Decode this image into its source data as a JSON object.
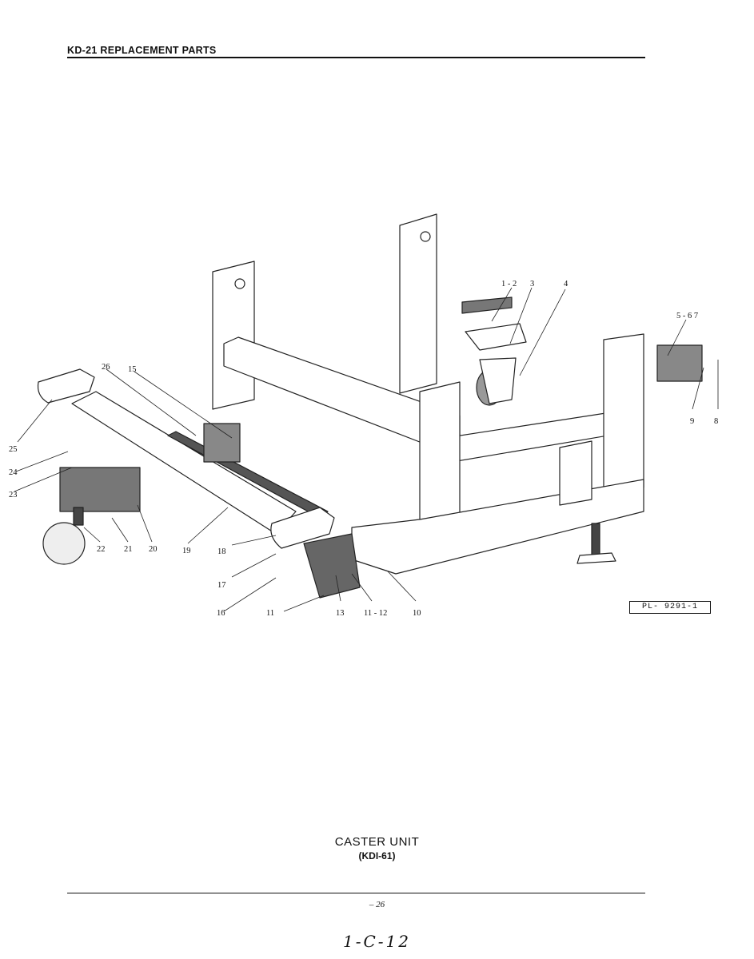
{
  "header": {
    "title": "KD-21 REPLACEMENT PARTS"
  },
  "diagram": {
    "callouts": {
      "c1_2": "1 - 2",
      "c3": "3",
      "c4": "4",
      "c5_6_7": "5 - 6  7",
      "c8": "8",
      "c9": "9",
      "c10": "10",
      "c11": "11",
      "c11_12": "11 - 12",
      "c13": "13",
      "c15": "15",
      "c16": "16",
      "c17": "17",
      "c18": "18",
      "c19": "19",
      "c20": "20",
      "c21": "21",
      "c22": "22",
      "c23": "23",
      "c24": "24",
      "c25": "25",
      "c26": "26"
    },
    "reference_code": "PL- 9291-1"
  },
  "caption": {
    "title": "CASTER UNIT",
    "model": "(KDI-61)"
  },
  "footer": {
    "page_number": "– 26",
    "handwritten_note": "1-C-12"
  }
}
